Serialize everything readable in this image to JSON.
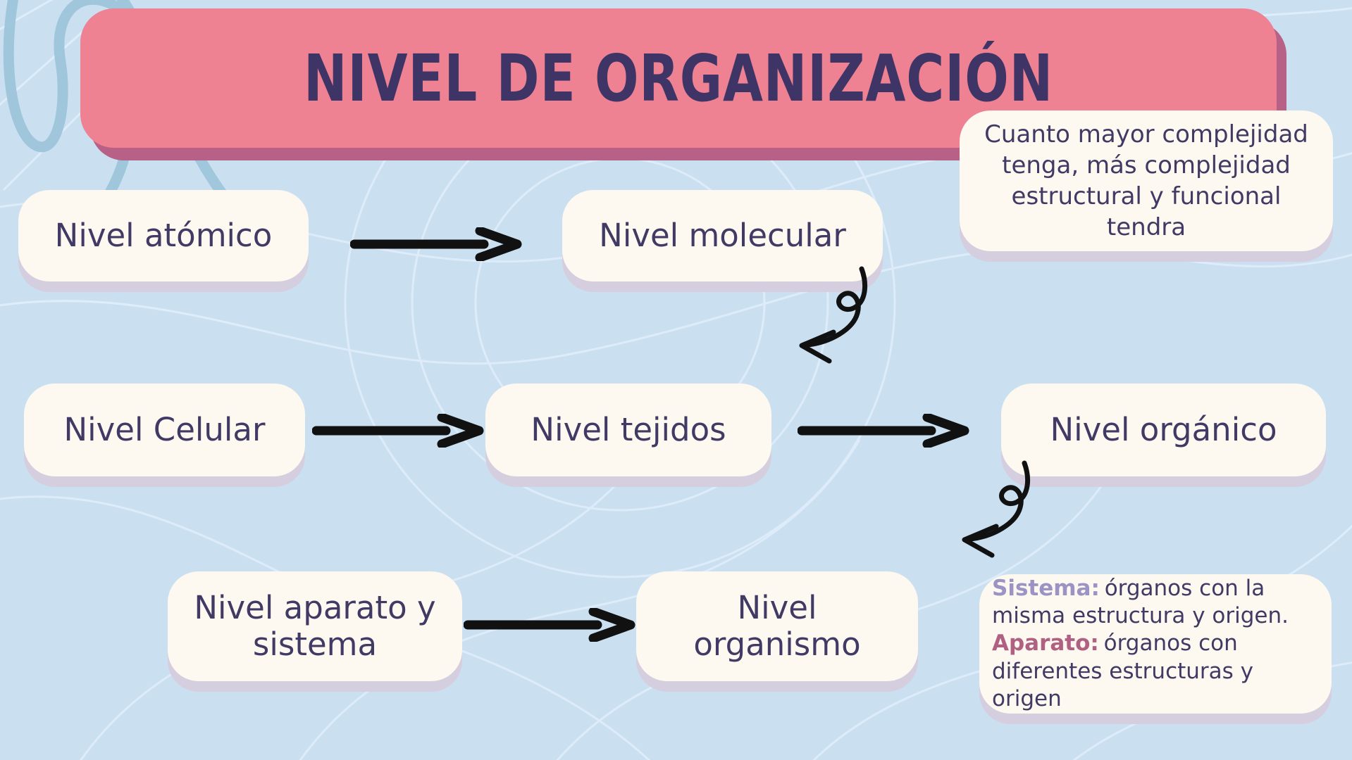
{
  "title": {
    "text": "NIVEL DE ORGANIZACIÓN"
  },
  "nodes": {
    "atomico": "Nivel atómico",
    "molecular": "Nivel molecular",
    "celular": "Nivel Celular",
    "tejidos": "Nivel tejidos",
    "organico": "Nivel orgánico",
    "aparato_sistema": "Nivel aparato y sistema",
    "organismo": "Nivel organismo"
  },
  "notes": {
    "complexity": "Cuanto mayor complejidad tenga, más complejidad estructural y funcional tendra",
    "definitions": {
      "sistema_label": "Sistema:",
      "sistema_text": "órganos con la misma estructura y origen.",
      "aparato_label": "Aparato:",
      "aparato_text": "órganos con diferentes estructuras y origen"
    }
  },
  "icons": {
    "flow-arrow": "→",
    "curl-arrow": "hand-drawn loop arrow curving down-left"
  },
  "colors": {
    "background": "#cae0f1",
    "wave_line": "#e2eefb",
    "scribble": "#9ec5db",
    "banner": "#ee8192",
    "banner_shadow": "#b86186",
    "card": "#fdf8f0",
    "card_shadow": "#d5cedf",
    "text_dark": "#403a64",
    "title_text": "#3e3566",
    "sistema_accent": "#9b93c4",
    "aparato_accent": "#b06181",
    "arrow": "#111111"
  }
}
